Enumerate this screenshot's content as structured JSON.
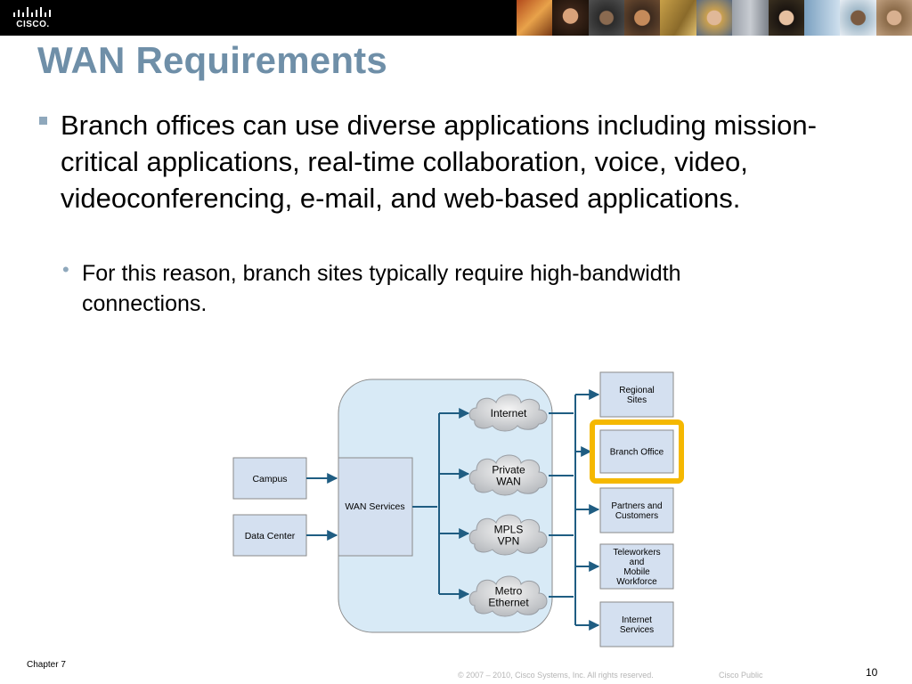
{
  "header": {
    "logo_text": "CISCO.",
    "logo_name": "cisco-logo"
  },
  "slide": {
    "title": "WAN Requirements",
    "bullet_main": "Branch offices can use diverse applications including mission-critical applications, real-time collaboration, voice, video, videoconferencing, e-mail, and web-based applications.",
    "bullet_sub": "For this reason, branch sites typically require high-bandwidth connections."
  },
  "diagram": {
    "left_nodes": [
      "Campus",
      "Data Center"
    ],
    "hub": "WAN Services",
    "clouds": [
      [
        "Internet"
      ],
      [
        "Private",
        "WAN"
      ],
      [
        "MPLS",
        "VPN"
      ],
      [
        "Metro",
        "Ethernet"
      ]
    ],
    "right_nodes": [
      [
        "Regional",
        "Sites"
      ],
      [
        "Branch Office"
      ],
      [
        "Partners and",
        "Customers"
      ],
      [
        "Teleworkers",
        "and",
        "Mobile",
        "Workforce"
      ],
      [
        "Internet",
        "Services"
      ]
    ],
    "highlighted": "Branch Office",
    "colors": {
      "panel_fill": "#D8EAF6",
      "box_fill": "#D4E0F0",
      "arrow": "#1F5D82",
      "highlight": "#F5B800"
    }
  },
  "footer": {
    "chapter": "Chapter 7",
    "copyright": "© 2007 – 2010, Cisco Systems, Inc. All rights reserved.",
    "classification": "Cisco Public",
    "page": "10"
  },
  "colors": {
    "title": "#6F8FA8",
    "bullet_marker": "#8FA8BC",
    "topbar": "#000000"
  }
}
